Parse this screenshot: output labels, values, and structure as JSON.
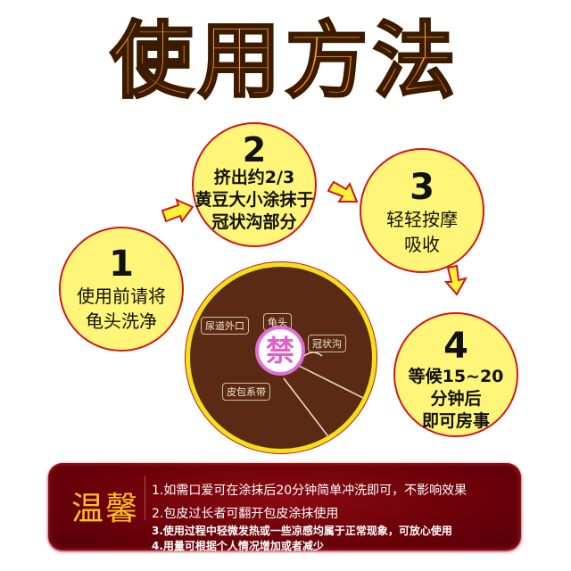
{
  "title": "使用方法",
  "steps": [
    {
      "num": "1",
      "lines": [
        "使用前请将",
        "龟头洗净"
      ]
    },
    {
      "num": "2",
      "lines": [
        "挤出约2/3",
        "黄豆大小涂抹于",
        "冠状沟部分"
      ]
    },
    {
      "num": "3",
      "lines": [
        "轻轻按摩",
        "吸收"
      ]
    },
    {
      "num": "4",
      "lines": [
        "等候15~20",
        "分钟后",
        "即可房事"
      ]
    }
  ],
  "diagram": {
    "labels": {
      "urethra": "尿道外口",
      "glans": "龟头",
      "corona": "冠状沟",
      "frenulum": "皮包系带"
    },
    "ban_char": "禁"
  },
  "tips": {
    "title": "温馨",
    "items": [
      "1.如需口爱可在涂抹后20分钟简单冲洗即可，不影响效果",
      "2.包皮过长者可翻开包皮涂抹使用",
      "3.使用过程中轻微发热或一些凉感均属于正常现象，可放心使用",
      "4.用量可根据个人情况增加或者减少"
    ]
  },
  "colors": {
    "circle_fill": "#fff578",
    "circle_border": "#d01818",
    "title_orange": "#ff8a00",
    "tips_bg": "#6a0008",
    "tips_title": "#ffc020"
  }
}
